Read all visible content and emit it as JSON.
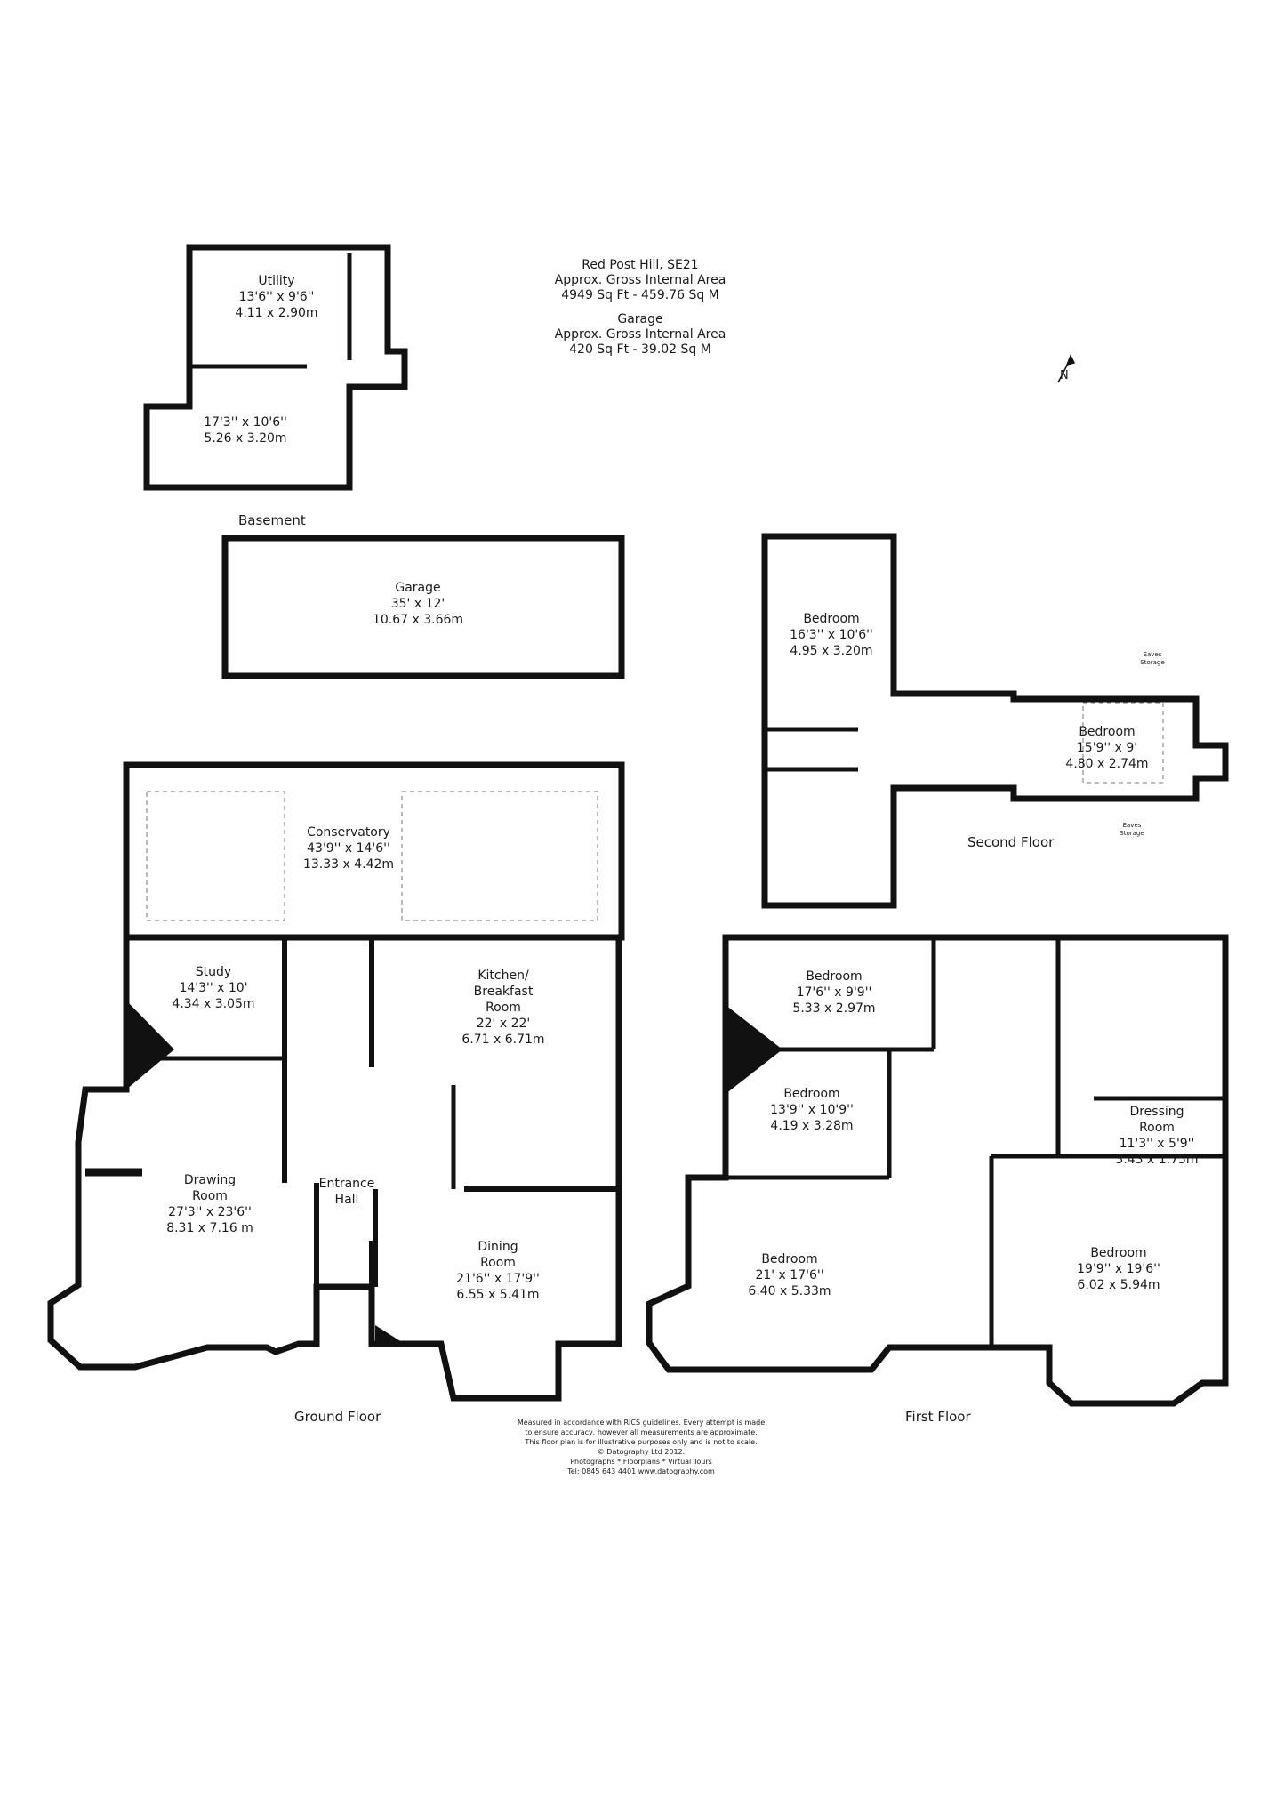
{
  "header": {
    "address": "Red Post Hill, SE21",
    "house_area_label": "Approx. Gross Internal Area",
    "house_area_value": "4949 Sq Ft  -  459.76 Sq M",
    "garage_title": "Garage",
    "garage_area_label": "Approx. Gross Internal Area",
    "garage_area_value": "420 Sq Ft  -  39.02 Sq M"
  },
  "compass": {
    "icon": "north-arrow-icon",
    "label": "N"
  },
  "floors": {
    "basement": "Basement",
    "ground": "Ground Floor",
    "first": "First Floor",
    "second": "Second Floor"
  },
  "rooms": {
    "utility": {
      "name": "Utility",
      "imperial": "13'6'' x 9'6''",
      "metric": "4.11 x 2.90m"
    },
    "basement_room": {
      "imperial": "17'3'' x 10'6''",
      "metric": "5.26 x 3.20m"
    },
    "garage": {
      "name": "Garage",
      "imperial": "35' x 12'",
      "metric": "10.67 x 3.66m"
    },
    "conservatory": {
      "name": "Conservatory",
      "imperial": "43'9'' x 14'6''",
      "metric": "13.33 x 4.42m"
    },
    "study": {
      "name": "Study",
      "imperial": "14'3'' x 10'",
      "metric": "4.34 x 3.05m"
    },
    "kitchen": {
      "name_line1": "Kitchen/",
      "name_line2": "Breakfast",
      "name_line3": "Room",
      "imperial": "22' x 22'",
      "metric": "6.71 x 6.71m"
    },
    "drawing": {
      "name_line1": "Drawing",
      "name_line2": "Room",
      "imperial": "27'3'' x 23'6''",
      "metric": "8.31 x 7.16 m"
    },
    "entrance": {
      "name_line1": "Entrance",
      "name_line2": "Hall"
    },
    "dining": {
      "name_line1": "Dining",
      "name_line2": "Room",
      "imperial": "21'6'' x 17'9''",
      "metric": "6.55 x 5.41m"
    },
    "f_bed1": {
      "name": "Bedroom",
      "imperial": "17'6'' x 9'9''",
      "metric": "5.33 x 2.97m"
    },
    "f_bed2": {
      "name": "Bedroom",
      "imperial": "13'9'' x 10'9''",
      "metric": "4.19 x 3.28m"
    },
    "f_bed3": {
      "name": "Bedroom",
      "imperial": "21' x 17'6''",
      "metric": "6.40 x 5.33m"
    },
    "f_dressing": {
      "name_line1": "Dressing",
      "name_line2": "Room",
      "imperial": "11'3'' x 5'9''",
      "metric": "3.43 x 1.75m"
    },
    "f_bed4": {
      "name": "Bedroom",
      "imperial": "19'9'' x 19'6''",
      "metric": "6.02 x 5.94m"
    },
    "s_bed1": {
      "name": "Bedroom",
      "imperial": "16'3'' x 10'6''",
      "metric": "4.95 x 3.20m"
    },
    "s_bed2": {
      "name": "Bedroom",
      "imperial": "15'9'' x 9'",
      "metric": "4.80 x 2.74m"
    },
    "eaves1": {
      "line1": "Eaves",
      "line2": "Storage"
    },
    "eaves2": {
      "line1": "Eaves",
      "line2": "Storage"
    }
  },
  "disclaimer": {
    "line1": "Measured in accordance with RICS guidelines. Every attempt is made",
    "line2": "to ensure accuracy, however all measurements are approximate.",
    "line3": "This floor plan is for illustrative purposes only and is not to scale.",
    "line4": "© Datography Ltd 2012.",
    "line5": "Photographs * Floorplans * Virtual Tours",
    "line6": "Tel: 0845 643 4401 www.datography.com"
  }
}
